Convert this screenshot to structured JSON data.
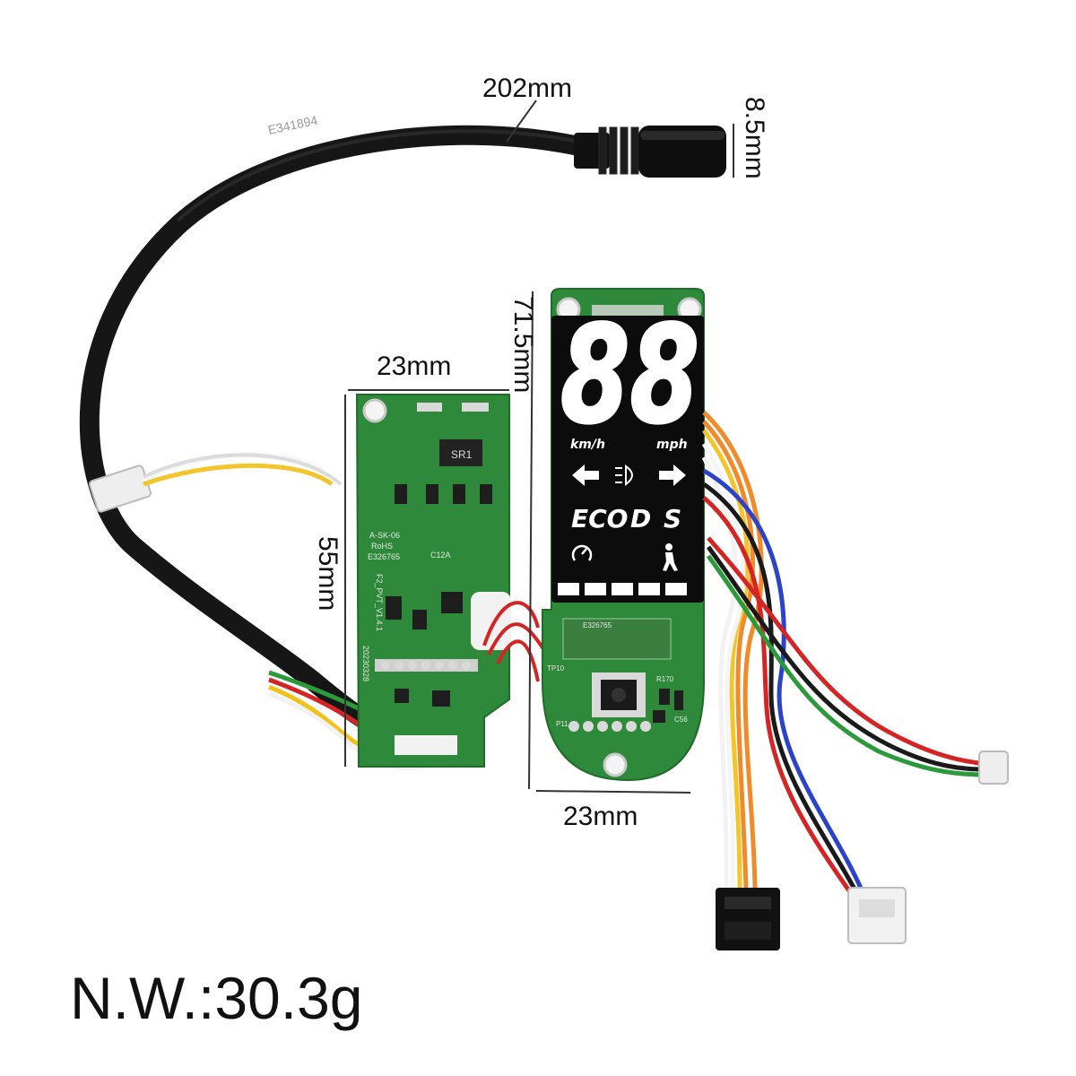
{
  "labels": {
    "cable_length": "202mm",
    "connector_diameter": "8.5mm",
    "height_full": "71.5mm",
    "width_top": "23mm",
    "width_bottom": "23mm",
    "height_board": "55mm"
  },
  "net_weight": "N.W.:30.3g",
  "display": {
    "digits": "88",
    "unit_kmh": "km/h",
    "unit_mph": "mph",
    "mode_eco": "ECO",
    "mode_d": "D",
    "mode_s": "S"
  },
  "cable_print": "E341894",
  "pcb_marking_left": [
    "SR1",
    "C12A",
    "F2_PVT_V1.4.1",
    "20230328",
    "A-SK-06",
    "RoHS",
    "E326765"
  ],
  "pcb_marking_right": [
    "R170",
    "TP10",
    "C56",
    "P11",
    "E326765"
  ],
  "colors": {
    "pcb_green": "#2e8a3a",
    "cable_black": "#1a1a1a",
    "display_black": "#0c0c0c",
    "wire_orange": "#f08a2a",
    "wire_red": "#d42424",
    "wire_blue": "#2b43c9",
    "wire_yellow": "#f3c21a"
  }
}
